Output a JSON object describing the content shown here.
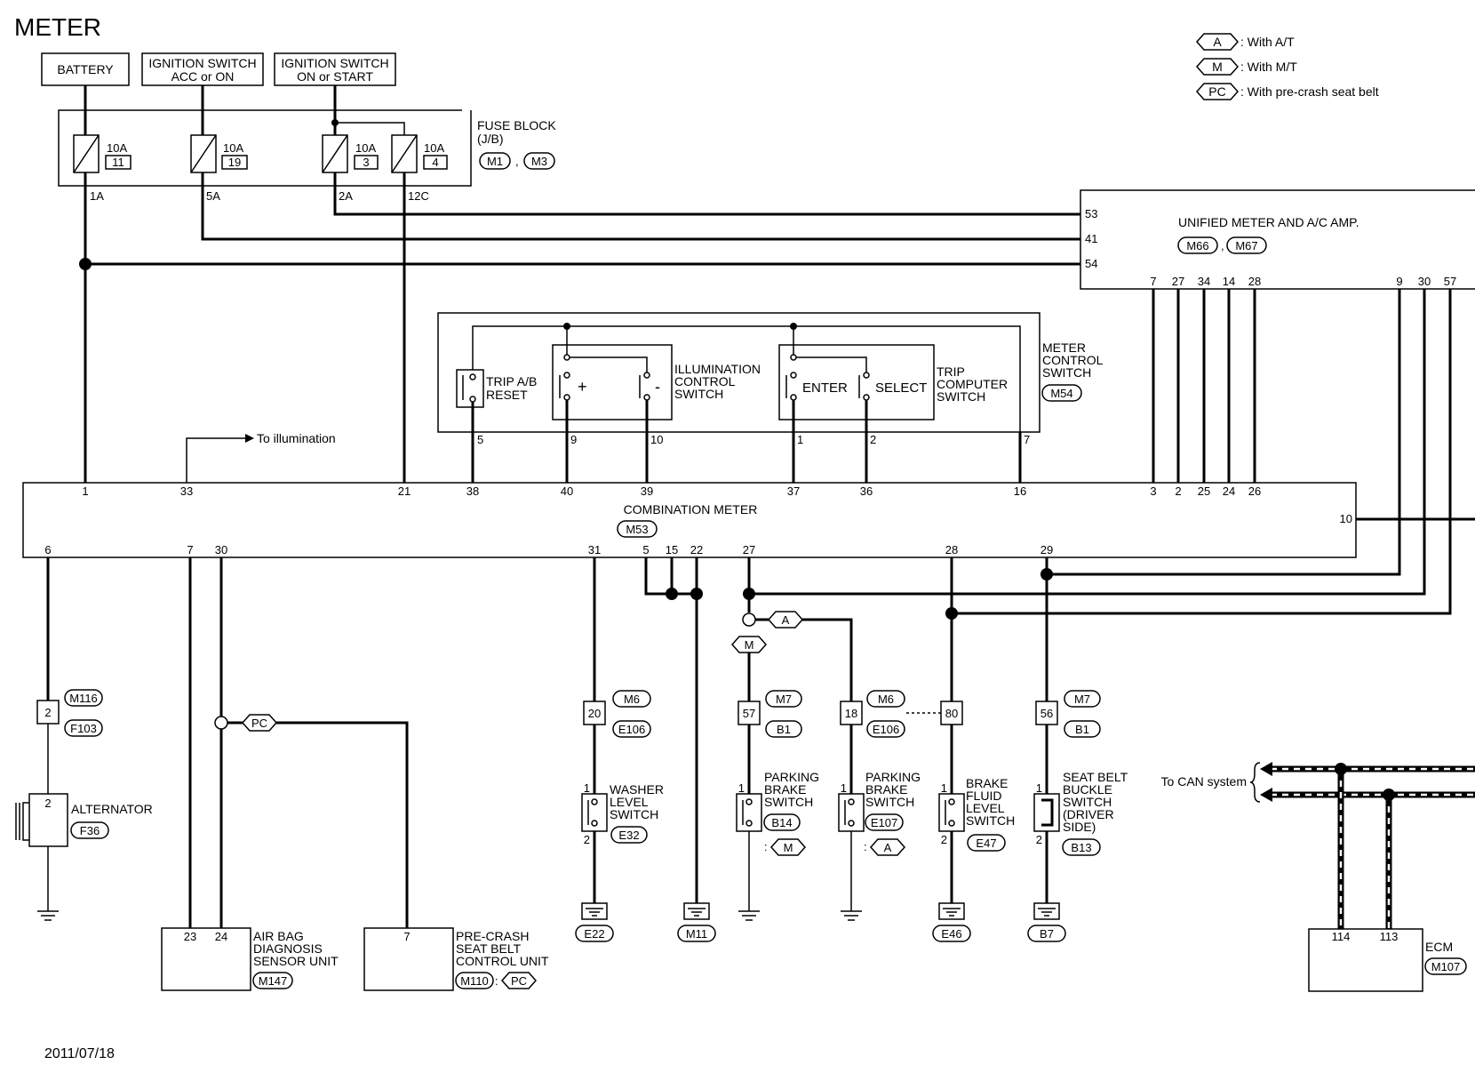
{
  "title": "METER",
  "date": "2011/07/18",
  "legend": [
    {
      "code": "A",
      "text": ": With A/T"
    },
    {
      "code": "M",
      "text": ": With M/T"
    },
    {
      "code": "PC",
      "text": ": With pre-crash seat belt"
    }
  ],
  "power": {
    "battery": "BATTERY",
    "ign_acc": [
      "IGNITION SWITCH",
      "ACC or ON"
    ],
    "ign_on": [
      "IGNITION SWITCH",
      "ON or START"
    ]
  },
  "fuse_block": {
    "label": [
      "FUSE BLOCK",
      "(J/B)"
    ],
    "connectors": [
      "M1",
      "M3"
    ],
    "fuses": [
      {
        "amp": "10A",
        "num": "11",
        "pin": "1A"
      },
      {
        "amp": "10A",
        "num": "19",
        "pin": "5A"
      },
      {
        "amp": "10A",
        "num": "3",
        "pin": "2A"
      },
      {
        "amp": "10A",
        "num": "4",
        "pin": "12C"
      }
    ]
  },
  "unified_meter": {
    "label": "UNIFIED METER AND A/C AMP.",
    "connectors": [
      "M66",
      "M67"
    ],
    "left_pins": [
      "53",
      "41",
      "54"
    ],
    "bottom_pins": [
      "7",
      "27",
      "34",
      "14",
      "28",
      "9",
      "30",
      "57"
    ]
  },
  "meter_switch": {
    "label": [
      "METER",
      "CONTROL",
      "SWITCH"
    ],
    "connector": "M54",
    "trip_reset": [
      "TRIP A/B",
      "RESET"
    ],
    "illum": [
      "ILLUMINATION",
      "CONTROL",
      "SWITCH"
    ],
    "plus": "+",
    "minus": "-",
    "enter": "ENTER",
    "select": "SELECT",
    "trip_comp": [
      "TRIP",
      "COMPUTER",
      "SWITCH"
    ],
    "pins": [
      "5",
      "9",
      "10",
      "1",
      "2",
      "7"
    ]
  },
  "illumination_note": "To illumination",
  "combination_meter": {
    "label": "COMBINATION METER",
    "connector": "M53",
    "top_pins": [
      "1",
      "33",
      "21",
      "38",
      "40",
      "39",
      "37",
      "36",
      "16",
      "3",
      "2",
      "25",
      "24",
      "26"
    ],
    "bottom_pins": [
      "6",
      "7",
      "30",
      "31",
      "5",
      "15",
      "22",
      "27",
      "28",
      "29"
    ],
    "right_pin": "10"
  },
  "alternator": {
    "label": "ALTERNATOR",
    "connector": "F36",
    "pin": "2",
    "inline_pin": "2",
    "inline_conn": [
      "M116",
      "F103"
    ]
  },
  "airbag": {
    "label": [
      "AIR BAG",
      "DIAGNOSIS",
      "SENSOR UNIT"
    ],
    "connector": "M147",
    "pins": [
      "23",
      "24"
    ]
  },
  "precrash": {
    "label": [
      "PRE-CRASH",
      "SEAT BELT",
      "CONTROL UNIT"
    ],
    "connector": "M110",
    "pin": "7",
    "cond": "PC"
  },
  "washer": {
    "label": [
      "WASHER",
      "LEVEL",
      "SWITCH"
    ],
    "connector": "E32",
    "inline_pin": "20",
    "inline_conn": [
      "M6",
      "E106"
    ],
    "ground": "E22",
    "pins": [
      "1",
      "2"
    ]
  },
  "ground_m11": "M11",
  "pbrake_m": {
    "label": [
      "PARKING",
      "BRAKE",
      "SWITCH"
    ],
    "connector": "B14",
    "cond": "M",
    "inline_pin": "57",
    "inline_conn": [
      "M7",
      "B1"
    ],
    "pin": "1"
  },
  "pbrake_a": {
    "label": [
      "PARKING",
      "BRAKE",
      "SWITCH"
    ],
    "connector": "E107",
    "cond": "A",
    "inline_pin": "18",
    "inline_conn": [
      "M6",
      "E106"
    ],
    "pin": "1"
  },
  "brake_fluid": {
    "label": [
      "BRAKE",
      "FLUID",
      "LEVEL",
      "SWITCH"
    ],
    "connector": "E47",
    "inline_pin": "80",
    "ground": "E46",
    "pins": [
      "1",
      "2"
    ]
  },
  "seat_belt": {
    "label": [
      "SEAT BELT",
      "BUCKLE",
      "SWITCH",
      "(DRIVER",
      "SIDE)"
    ],
    "connector": "B13",
    "inline_pin": "56",
    "inline_conn": [
      "M7",
      "B1"
    ],
    "ground": "B7",
    "pins": [
      "1",
      "2"
    ]
  },
  "can_note": "To CAN system",
  "ecm": {
    "label": "ECM",
    "connector": "M107",
    "pins": [
      "114",
      "113"
    ]
  },
  "cond_A": "A",
  "cond_M": "M",
  "cond_PC": "PC"
}
